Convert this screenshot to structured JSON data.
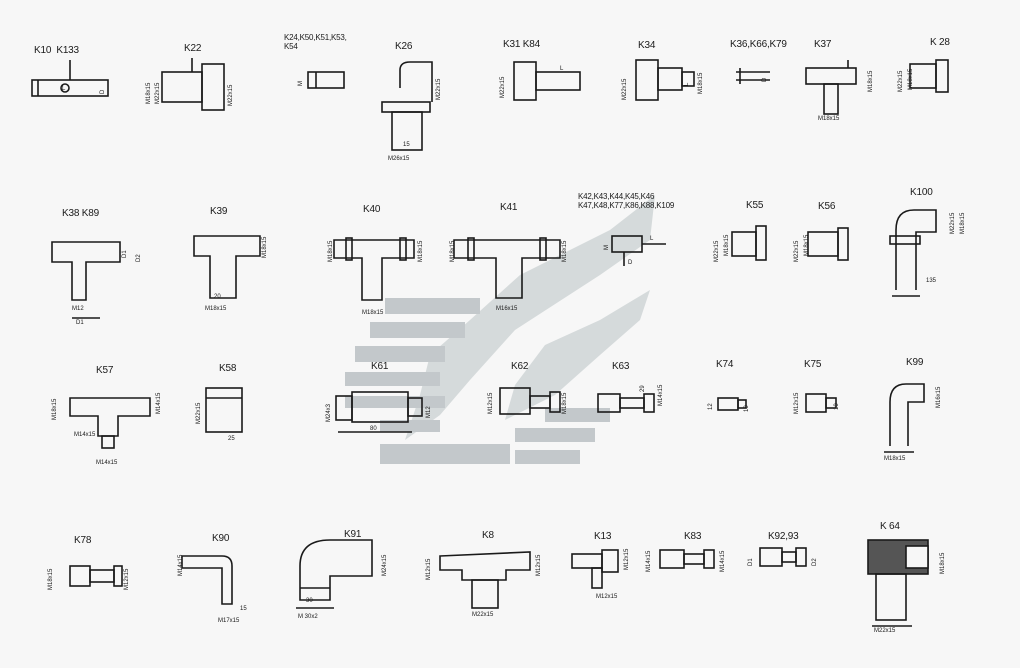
{
  "parts": [
    {
      "id": "k10",
      "label": "K10  K133",
      "dims": [
        "L",
        "D"
      ]
    },
    {
      "id": "k22",
      "label": "K22",
      "dims": [
        "M18x15",
        "M22x15",
        "M22x15"
      ]
    },
    {
      "id": "k24",
      "label": "K24,K50,K51,K53,\nK54",
      "dims": [
        "M"
      ]
    },
    {
      "id": "k26",
      "label": "K26",
      "dims": [
        "M22x15",
        "15",
        "M26x15"
      ]
    },
    {
      "id": "k31",
      "label": "K31 K84",
      "dims": [
        "M22x15",
        "L"
      ]
    },
    {
      "id": "k34",
      "label": "K34",
      "dims": [
        "M22x15",
        "L",
        "M18x15"
      ]
    },
    {
      "id": "k36",
      "label": "K36,K66,K79",
      "dims": [
        "D"
      ]
    },
    {
      "id": "k37",
      "label": "K37",
      "dims": [
        "M18x15",
        "M18x15"
      ]
    },
    {
      "id": "k28",
      "label": "K 28",
      "dims": [
        "M22x15",
        "M18x15"
      ]
    },
    {
      "id": "k38",
      "label": "K38 K89",
      "dims": [
        "D1",
        "D2",
        "D1",
        "M12"
      ]
    },
    {
      "id": "k39",
      "label": "K39",
      "dims": [
        "M18x15",
        "M18x15",
        "20"
      ]
    },
    {
      "id": "k40",
      "label": "K40",
      "dims": [
        "M18x15",
        "M18x15",
        "M18x15"
      ]
    },
    {
      "id": "k41",
      "label": "K41",
      "dims": [
        "M18x15",
        "M18x15",
        "M16x15"
      ]
    },
    {
      "id": "k42",
      "label": "K42,K43,K44,K45,K46\nK47,K48,K77,K86,K88,K109",
      "dims": [
        "M",
        "D",
        "L"
      ]
    },
    {
      "id": "k55",
      "label": "K55",
      "dims": [
        "M22x15",
        "M18x15"
      ]
    },
    {
      "id": "k56",
      "label": "K56",
      "dims": [
        "M22x15",
        "M18x15"
      ]
    },
    {
      "id": "k100",
      "label": "K100",
      "dims": [
        "M22x15",
        "M18x15",
        "135"
      ]
    },
    {
      "id": "k57",
      "label": "K57",
      "dims": [
        "M18x15",
        "M14x15",
        "M14x15",
        "M14x15"
      ]
    },
    {
      "id": "k58",
      "label": "K58",
      "dims": [
        "M22x15",
        "25"
      ]
    },
    {
      "id": "k61",
      "label": "K61",
      "dims": [
        "M24x3",
        "M12",
        "80"
      ]
    },
    {
      "id": "k62",
      "label": "K62",
      "dims": [
        "M12x15",
        "M18x15"
      ]
    },
    {
      "id": "k63",
      "label": "K63",
      "dims": [
        "29",
        "M14x15"
      ]
    },
    {
      "id": "k74",
      "label": "K74",
      "dims": [
        "12",
        "10"
      ]
    },
    {
      "id": "k75",
      "label": "K75",
      "dims": [
        "M12x15",
        "10"
      ]
    },
    {
      "id": "k99",
      "label": "K99",
      "dims": [
        "M18x15",
        "M16x15"
      ]
    },
    {
      "id": "k78",
      "label": "K78",
      "dims": [
        "M18x15",
        "M12x15"
      ]
    },
    {
      "id": "k90",
      "label": "K90",
      "dims": [
        "M14x15",
        "M17x15",
        "15"
      ]
    },
    {
      "id": "k91",
      "label": "K91",
      "dims": [
        "M24x15",
        "30",
        "M 30x2"
      ]
    },
    {
      "id": "k8",
      "label": "K8",
      "dims": [
        "M12x15",
        "M12x15",
        "M22x15"
      ]
    },
    {
      "id": "k13",
      "label": "K13",
      "dims": [
        "M12x15",
        "M12x15"
      ]
    },
    {
      "id": "k83",
      "label": "K83",
      "dims": [
        "M14x15",
        "M14x15"
      ]
    },
    {
      "id": "k92",
      "label": "K92,93",
      "dims": [
        "D1",
        "D2"
      ]
    },
    {
      "id": "k64",
      "label": "K 64",
      "dims": [
        "M18x15",
        "M22x15"
      ]
    }
  ],
  "colors": {
    "line": "#1a1a1a",
    "watermark_dark": "#b9bfc2",
    "watermark_light": "#d3d8da"
  }
}
